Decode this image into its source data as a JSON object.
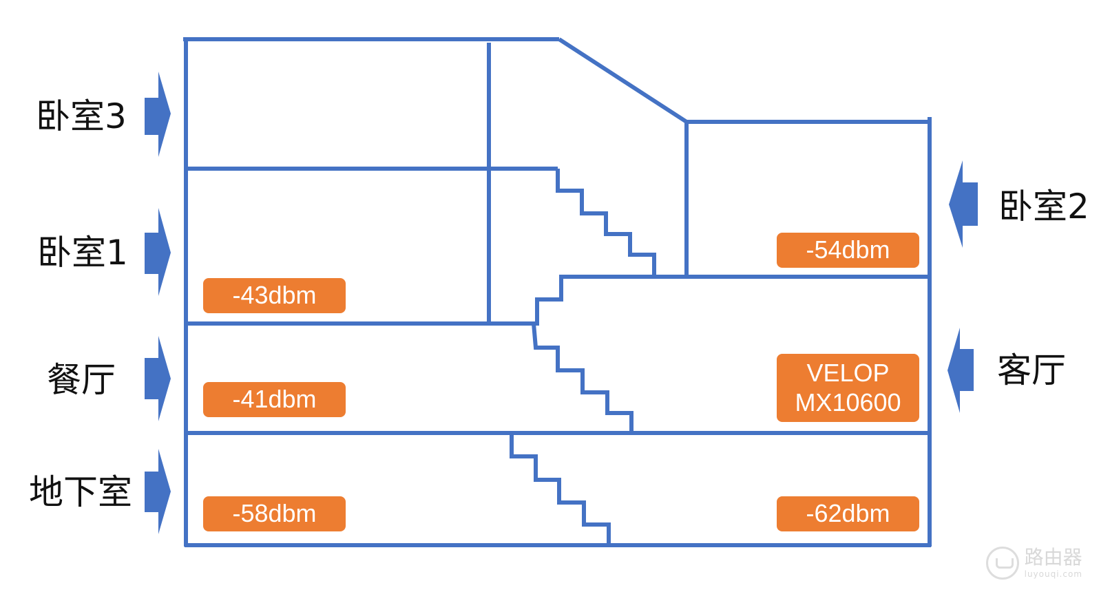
{
  "left_labels": {
    "bedroom3": "卧室3",
    "bedroom1": "卧室1",
    "dining": "餐厅",
    "basement": "地下室"
  },
  "right_labels": {
    "bedroom2": "卧室2",
    "living": "客厅"
  },
  "signal_badges": {
    "bedroom1": "-43dbm",
    "bedroom2": "-54dbm",
    "dining": "-41dbm",
    "router_line1": "VELOP",
    "router_line2": "MX10600",
    "basement_left": "-58dbm",
    "basement_right": "-62dbm"
  },
  "watermark": {
    "name": "路由器",
    "url": "luyouqi.com"
  },
  "colors": {
    "wall": "#4472C4",
    "arrow": "#4472C4",
    "badge": "#ED7D31",
    "badge_text": "#FFFFFF"
  }
}
